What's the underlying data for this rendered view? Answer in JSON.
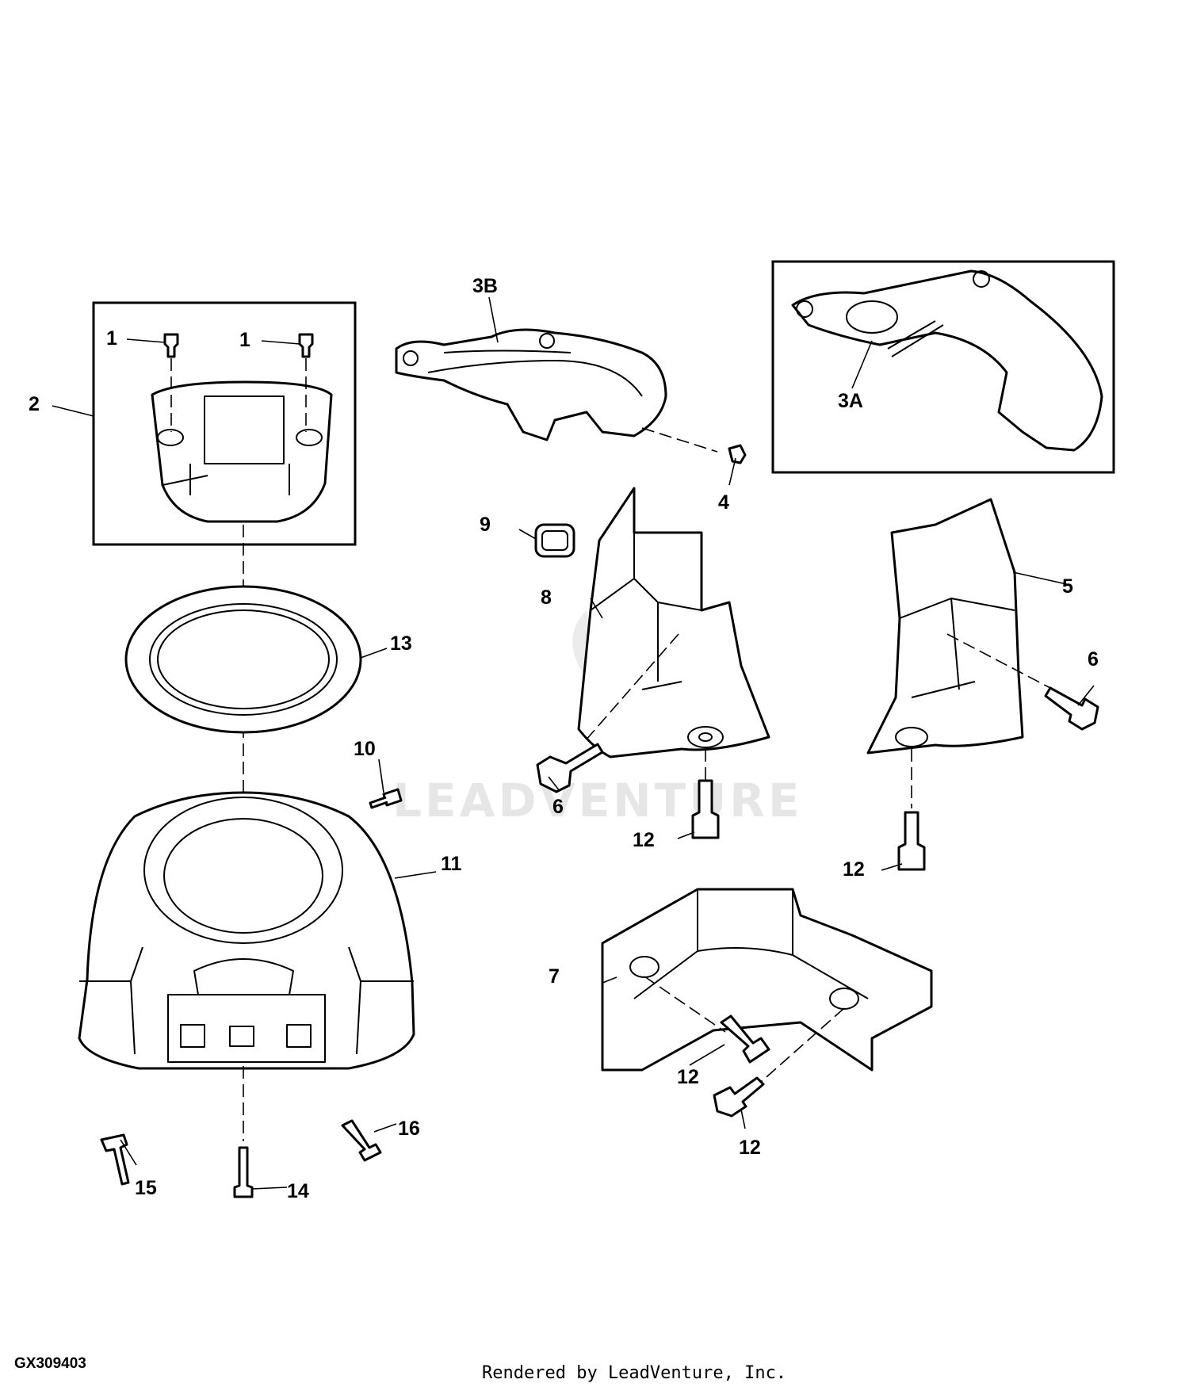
{
  "figure": {
    "code": "GX309403",
    "credit": "Rendered by LeadVenture, Inc.",
    "watermark": "LEADVENTURE"
  },
  "callouts": {
    "c1a": "1",
    "c1b": "1",
    "c2": "2",
    "c3b": "3B",
    "c3a": "3A",
    "c4": "4",
    "c5": "5",
    "c6a": "6",
    "c6b": "6",
    "c7": "7",
    "c8": "8",
    "c9": "9",
    "c10": "10",
    "c11": "11",
    "c12a": "12",
    "c12b": "12",
    "c12c": "12",
    "c12d": "12",
    "c13": "13",
    "c14": "14",
    "c15": "15",
    "c16": "16"
  }
}
